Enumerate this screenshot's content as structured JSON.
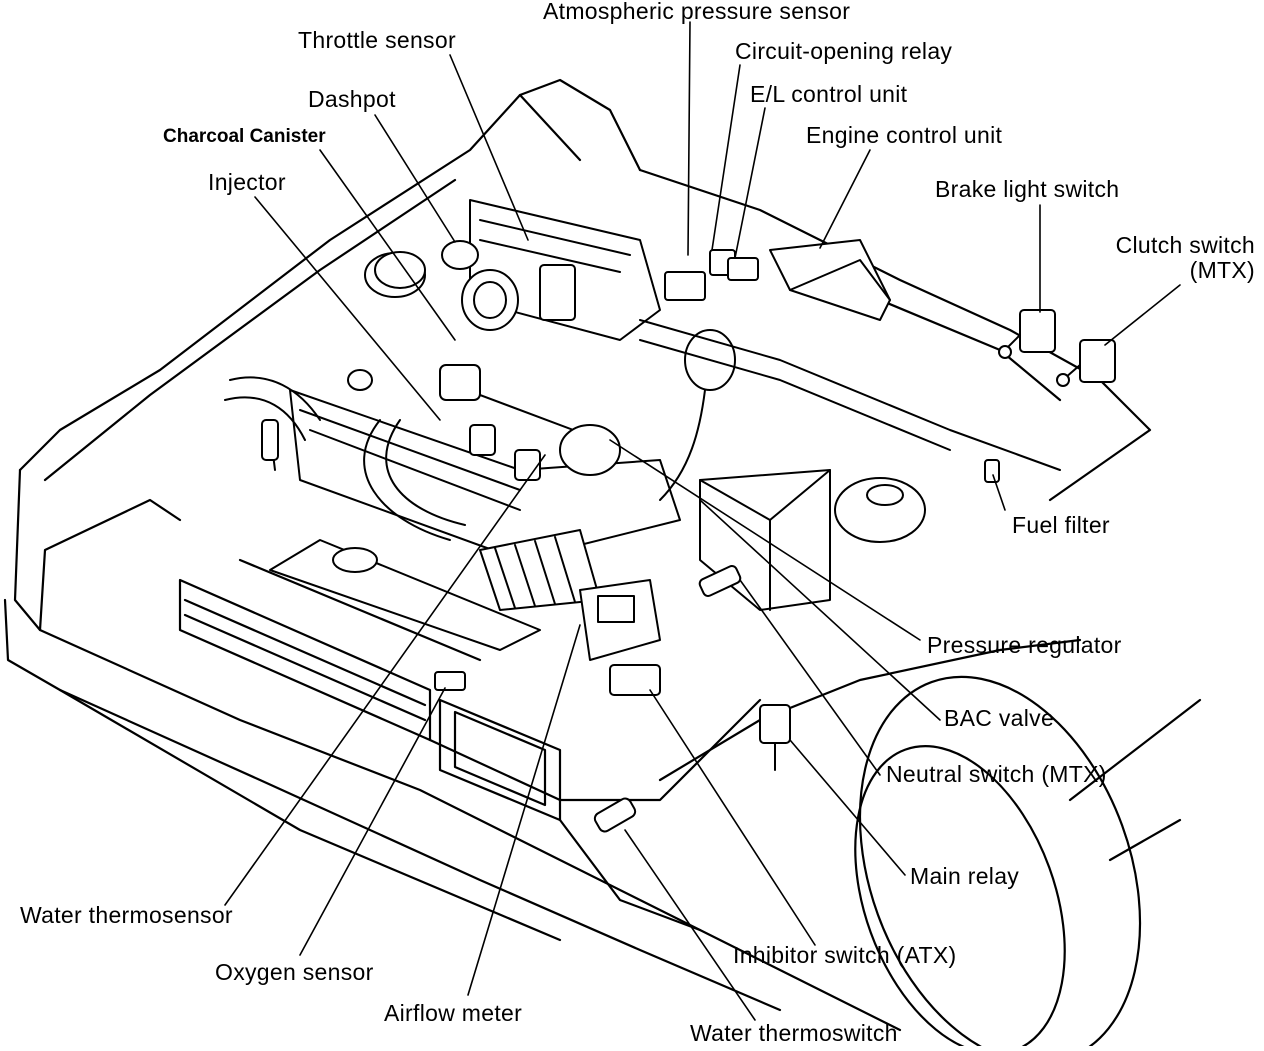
{
  "colors": {
    "ink": "#000000",
    "paper": "#ffffff"
  },
  "labels": {
    "atmospheric_pressure_sensor": "Atmospheric pressure sensor",
    "throttle_sensor": "Throttle sensor",
    "circuit_opening_relay": "Circuit-opening relay",
    "dashpot": "Dashpot",
    "el_control_unit": "E/L control unit",
    "charcoal_canister": "Charcoal Canister",
    "engine_control_unit": "Engine control unit",
    "injector": "Injector",
    "brake_light_switch": "Brake light switch",
    "clutch_switch_line1": "Clutch switch",
    "clutch_switch_line2": "(MTX)",
    "fuel_filter": "Fuel filter",
    "pressure_regulator": "Pressure regulator",
    "bac_valve": "BAC valve",
    "neutral_switch": "Neutral switch (MTX)",
    "main_relay": "Main relay",
    "water_thermosensor": "Water thermosensor",
    "inhibitor_switch": "Inhibitor switch (ATX)",
    "oxygen_sensor": "Oxygen sensor",
    "airflow_meter": "Airflow meter",
    "water_thermoswitch": "Water thermoswitch"
  }
}
